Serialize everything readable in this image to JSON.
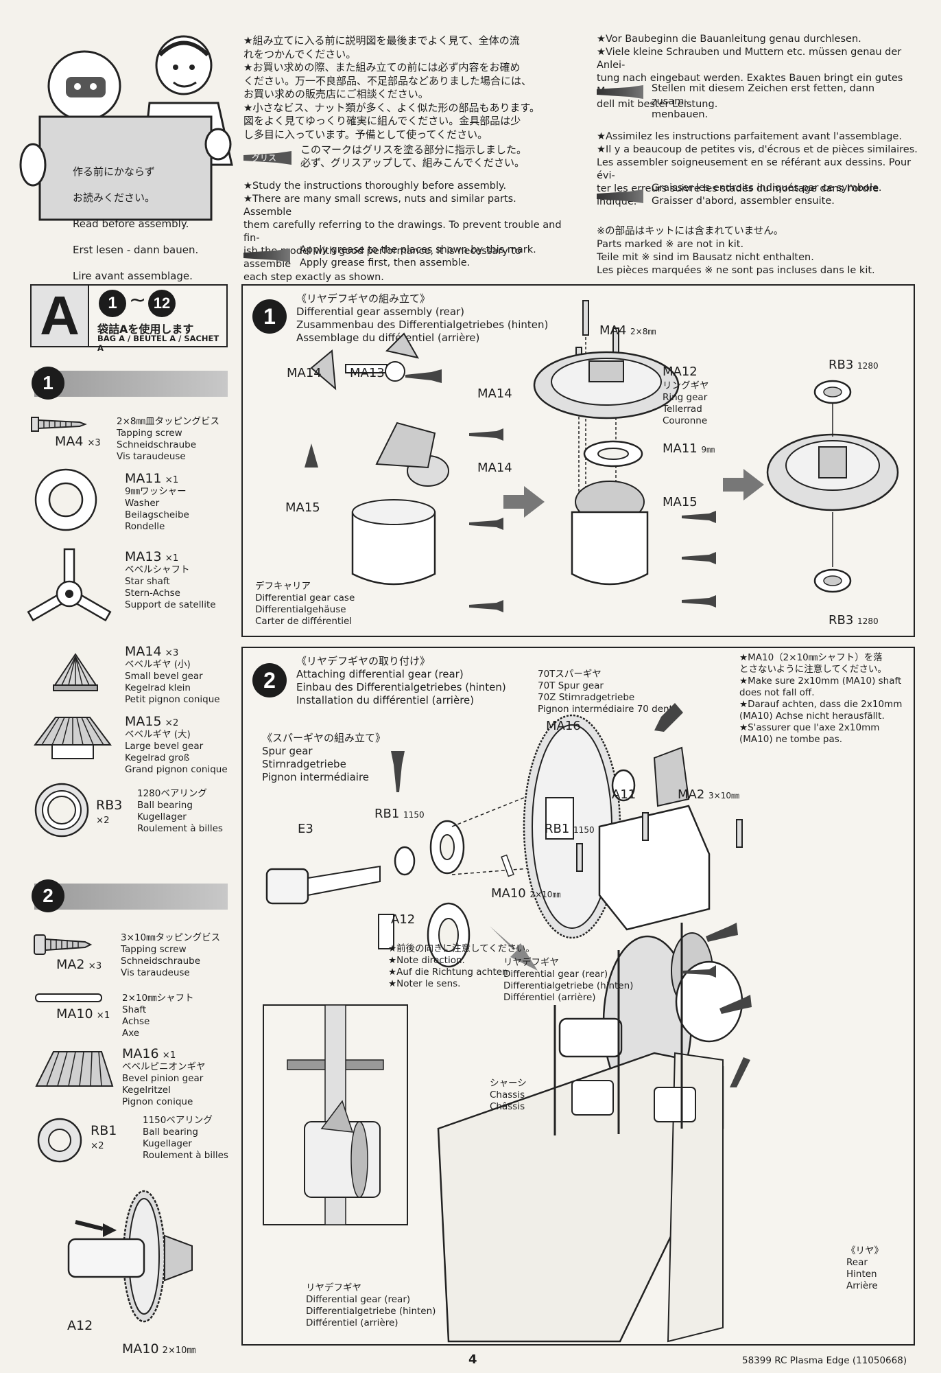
{
  "header": {
    "sign": [
      "作る前にかならず",
      "お読みください。",
      "Read before assembly.",
      "Erst lesen - dann bauen.",
      "Lire avant assemblage."
    ],
    "jp_notes": "★組み立てに入る前に説明図を最後までよく見て、全体の流\nれをつかんでください。\n★お買い求めの際、また組み立ての前には必ず内容をお確め\nください。万一不良部品、不足部品などありました場合には、\nお買い求めの販売店にご相談ください。\n★小さなビス、ナット類が多く、よく似た形の部品もあります。\n図をよく見てゆっくり確実に組んでください。金具部品は少\nし多目に入っています。予備として使ってください。",
    "jp_grease_tag": "グリス",
    "jp_grease": "このマークはグリスを塗る部分に指示しました。\n必ず、グリスアップして、組みこんでください。",
    "en_notes": "★Study the instructions thoroughly before assembly.\n★There are many small screws, nuts and similar parts. Assemble\nthem carefully referring to the drawings. To prevent trouble and fin-\nish the model with good performance, it is necessary to assemble\neach step exactly as shown.",
    "en_grease": "Apply grease to the places shown by this mark.\nApply grease first, then assemble.",
    "de_notes": "★Vor Baubeginn die Bauanleitung genau durchlesen.\n★Viele kleine Schrauben und Muttern etc. müssen genau der Anlei-\ntung nach eingebaut werden. Exaktes Bauen bringt ein gutes Mo-\ndell mit bester Leistung.",
    "de_grease": "Stellen mit diesem Zeichen erst fetten, dann zusam-\nmenbauen.",
    "fr_notes": "★Assimilez les instructions parfaitement avant  l'assemblage.\n★Il y a beaucoup de petites vis, d'écrous et de pièces similaires.\nLes assembler soigneusement en se référant aux dessins. Pour évi-\nter les erreurs suivre les stades du montage dans l'ordre indiqué.",
    "fr_grease": "Graisser les endroits indiqués par ce symbole.\nGraisser d'abord, assembler ensuite.",
    "not_in_kit": "※の部品はキットには含まれていません。\nParts marked ※ are not in kit.\nTeile mit ※ sind im Bausatz nicht enthalten.\nLes pièces marquées ※ ne sont pas incluses dans le kit."
  },
  "bag": {
    "letter": "A",
    "from": "1",
    "tilde": "~",
    "to": "12",
    "text": "袋詰Aを使用します",
    "sub": "BAG A / BEUTEL A / SACHET A"
  },
  "parts_step1": {
    "num": "1",
    "items": [
      {
        "code": "MA4",
        "qty": "×3",
        "desc": "2×8㎜皿タッピングビス\nTapping screw\nSchneidschraube\nVis taraudeuse"
      },
      {
        "code": "MA11",
        "qty": "×1",
        "desc": "9㎜ワッシャー\nWasher\nBeilagscheibe\nRondelle"
      },
      {
        "code": "MA13",
        "qty": "×1",
        "desc": "ベベルシャフト\nStar shaft\nStern-Achse\nSupport de satellite"
      },
      {
        "code": "MA14",
        "qty": "×3",
        "desc": "ベベルギヤ (小)\nSmall bevel gear\nKegelrad klein\nPetit pignon conique"
      },
      {
        "code": "MA15",
        "qty": "×2",
        "desc": "ベベルギヤ (大)\nLarge bevel gear\nKegelrad groß\nGrand pignon conique"
      },
      {
        "code": "RB3",
        "qty": "×2",
        "desc": "1280ベアリング\nBall bearing\nKugellager\nRoulement à billes"
      }
    ]
  },
  "parts_step2": {
    "num": "2",
    "items": [
      {
        "code": "MA2",
        "qty": "×3",
        "desc": "3×10㎜タッピングビス\nTapping screw\nSchneidschraube\nVis taraudeuse"
      },
      {
        "code": "MA10",
        "qty": "×1",
        "desc": "2×10㎜シャフト\nShaft\nAchse\nAxe"
      },
      {
        "code": "MA16",
        "qty": "×1",
        "desc": "ベベルピニオンギヤ\nBevel pinion gear\nKegelritzel\nPignon conique"
      },
      {
        "code": "RB1",
        "qty": "×2",
        "desc": "1150ベアリング\nBall bearing\nKugellager\nRoulement à billes"
      }
    ],
    "detail_a12": "A12",
    "detail_ma10": "MA10",
    "detail_ma10_size": "2×10㎜"
  },
  "step1": {
    "num": "1",
    "title": "《リヤデフギヤの組み立て》\nDifferential gear assembly (rear)\nZusammenbau des Differentialgetriebes (hinten)\nAssemblage du différentiel (arrière)",
    "ma4": "MA4",
    "ma4_size": "2×8㎜",
    "ma14a": "MA14",
    "ma13": "MA13",
    "ma14b": "MA14",
    "ma14c": "MA14",
    "ma15": "MA15",
    "ma15b": "MA15",
    "ma12": "MA12",
    "ma12_desc": "リングギヤ\nRing gear\nTellerrad\nCouronne",
    "ma11": "MA11",
    "ma11_size": "9㎜",
    "rb3_top": "RB3",
    "rb3_top_size": "1280",
    "rb3_bot": "RB3",
    "rb3_bot_size": "1280",
    "case": "デフキャリア\nDifferential gear case\nDifferentialgehäuse\nCarter de différentiel"
  },
  "step2": {
    "num": "2",
    "title": "《リヤデフギヤの取り付け》\nAttaching differential gear (rear)\nEinbau des Differentialgetriebes (hinten)\nInstallation du différentiel (arrière)",
    "spur_title": "《スパーギヤの組み立て》\nSpur gear\nStirnradgetriebe\nPignon intermédiaire",
    "spur70": "70Tスパーギヤ\n70T Spur gear\n70Z Stirnradgetriebe\nPignon intermédiaire 70 dents",
    "warn": "★MA10（2×10㎜シャフト）を落\nとさないように注意してください。\n★Make sure 2x10mm (MA10) shaft\ndoes not fall off.\n★Darauf achten, dass die 2x10mm\n(MA10) Achse nicht herausfällt.\n★S'assurer que l'axe 2x10mm\n(MA10) ne tombe pas.",
    "ma16": "MA16",
    "rb1a": "RB1",
    "rb1a_size": "1150",
    "rb1b": "RB1",
    "rb1b_size": "1150",
    "e3": "E3",
    "ma10": "MA10",
    "ma10_size": "2×10㎜",
    "a12": "A12",
    "a11": "A11",
    "ma2": "MA2",
    "ma2_size": "3×10㎜",
    "direction": "★前後の向きに注意してください。\n★Note direction.\n★Auf die Richtung achten.\n★Noter le sens.",
    "diff": "リヤデフギヤ\nDifferential gear (rear)\nDifferentialgetriebe (hinten)\nDifférentiel (arrière)",
    "chassis": "シャーシ\nChassis\nChâssis",
    "rear": "《リヤ》\nRear\nHinten\nArrière",
    "diff_bottom": "リヤデフギヤ\nDifferential gear (rear)\nDifferentialgetriebe (hinten)\nDifférentiel (arrière)"
  },
  "footer": {
    "page": "4",
    "code": "58399 RC Plasma Edge (11050668)"
  },
  "colors": {
    "ink": "#1d1d1d",
    "paper": "#f4f2ec",
    "gray_bar": "#a8a8a8"
  }
}
